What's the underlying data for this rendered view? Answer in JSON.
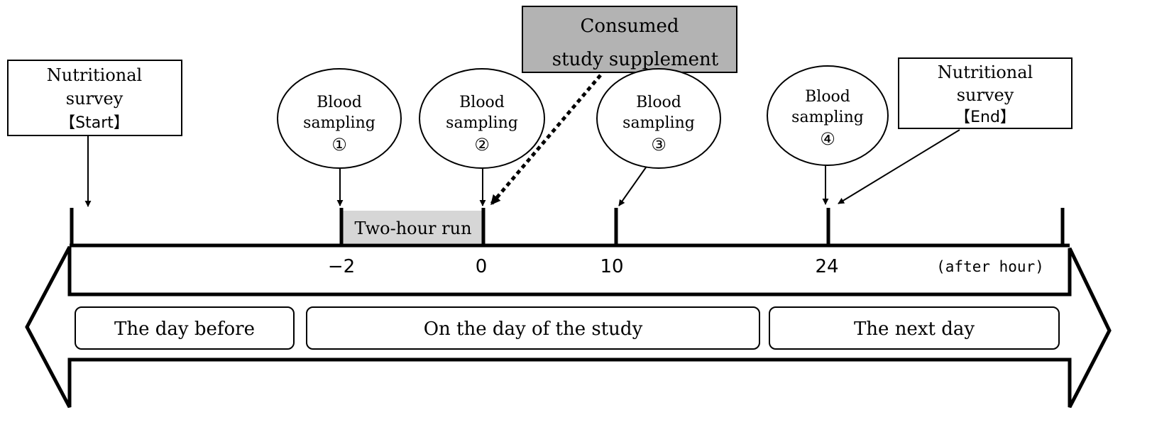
{
  "colors": {
    "ink": "#000000",
    "paper": "#ffffff",
    "supplement_fill": "#b3b3b3",
    "run_fill": "#d6d6d6"
  },
  "surveys": {
    "start": {
      "line1": "Nutritional",
      "line2": "survey",
      "line3": "【Start】"
    },
    "end": {
      "line1": "Nutritional",
      "line2": "survey",
      "line3": "【End】"
    }
  },
  "supplement": {
    "line1": "Consumed",
    "line2": "study supplement"
  },
  "samplings": [
    {
      "line1": "Blood",
      "line2": "sampling",
      "mark": "①"
    },
    {
      "line1": "Blood",
      "line2": "sampling",
      "mark": "②"
    },
    {
      "line1": "Blood",
      "line2": "sampling",
      "mark": "③"
    },
    {
      "line1": "Blood",
      "line2": "sampling",
      "mark": "④"
    }
  ],
  "run_label": "Two-hour run",
  "timeline": {
    "ticks": [
      "−2",
      "0",
      "10",
      "24"
    ],
    "unit": "(after hour)"
  },
  "days": {
    "before": "The day before",
    "study": "On the day of the study",
    "next": "The next day"
  }
}
